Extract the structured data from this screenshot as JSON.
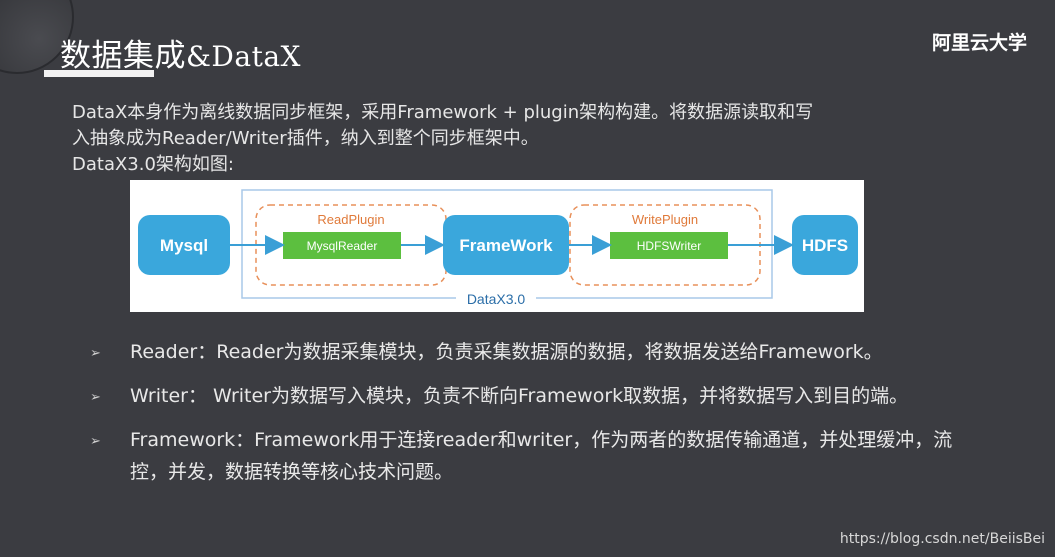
{
  "header": {
    "title_cn": "数据集成",
    "title_latin": "&DataX",
    "brand": "阿里云大学"
  },
  "intro": {
    "line1": "DataX本身作为离线数据同步框架，采用Framework + plugin架构构建。将数据源读取和写",
    "line2": "入抽象成为Reader/Writer插件，纳入到整个同步框架中。",
    "line3": "DataX3.0架构如图:"
  },
  "diagram": {
    "source": "Mysql",
    "read_plugin": "ReadPlugin",
    "reader": "MysqlReader",
    "framework": "FrameWork",
    "write_plugin": "WritePlugin",
    "writer": "HDFSWriter",
    "target": "HDFS",
    "container": "DataX3.0",
    "colors": {
      "box": "#3aa7dc",
      "plugin": "#5cbf3f",
      "dashed": "#e8905a",
      "frame": "#a9c8e8"
    }
  },
  "bullets": [
    {
      "text": "Reader：Reader为数据采集模块，负责采集数据源的数据，将数据发送给Framework。"
    },
    {
      "text": "Writer： Writer为数据写入模块，负责不断向Framework取数据，并将数据写入到目的端。"
    },
    {
      "text": "Framework：Framework用于连接reader和writer，作为两者的数据传输通道，并处理缓冲，流控，并发，数据转换等核心技术问题。"
    }
  ],
  "bullet_marker": "➢",
  "watermark": "https://blog.csdn.net/BeiisBei"
}
